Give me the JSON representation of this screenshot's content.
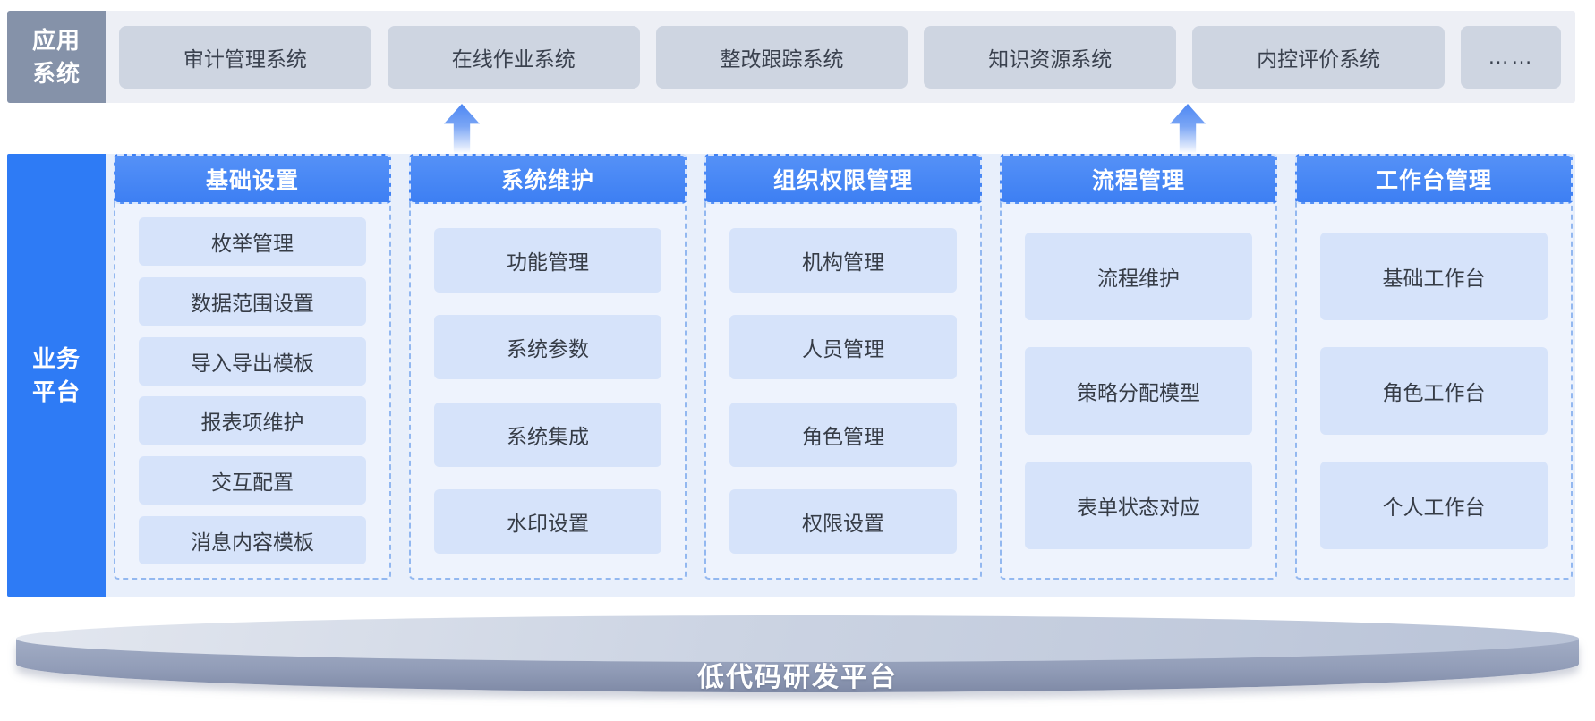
{
  "app_systems": {
    "label": "应用系统",
    "label_lines": [
      "应用",
      "系统"
    ],
    "items": [
      "审计管理系统",
      "在线作业系统",
      "整改跟踪系统",
      "知识资源系统",
      "内控评价系统"
    ],
    "more": "……"
  },
  "business_platform": {
    "label": "业务平台",
    "label_lines": [
      "业务",
      "平台"
    ],
    "columns": [
      {
        "title": "基础设置",
        "items": [
          "枚举管理",
          "数据范围设置",
          "导入导出模板",
          "报表项维护",
          "交互配置",
          "消息内容模板"
        ]
      },
      {
        "title": "系统维护",
        "items": [
          "功能管理",
          "系统参数",
          "系统集成",
          "水印设置"
        ]
      },
      {
        "title": "组织权限管理",
        "items": [
          "机构管理",
          "人员管理",
          "角色管理",
          "权限设置"
        ]
      },
      {
        "title": "流程管理",
        "items": [
          "流程维护",
          "策略分配模型",
          "表单状态对应"
        ]
      },
      {
        "title": "工作台管理",
        "items": [
          "基础工作台",
          "角色工作台",
          "个人工作台"
        ]
      }
    ]
  },
  "foundation": {
    "label": "低代码研发平台"
  },
  "colors": {
    "brand-blue": "#2e7bf5",
    "header-blue": "#3d7ff3",
    "accent-blue": "#4d87f3",
    "dash-blue": "#93b8f0",
    "item-blue": "#d6e3fa",
    "col-bg": "#eef3fd",
    "band-blue": "#e8effb",
    "band-gray": "#edeff5",
    "label-gray": "#8592a9",
    "box-gray": "#ced5e1"
  }
}
